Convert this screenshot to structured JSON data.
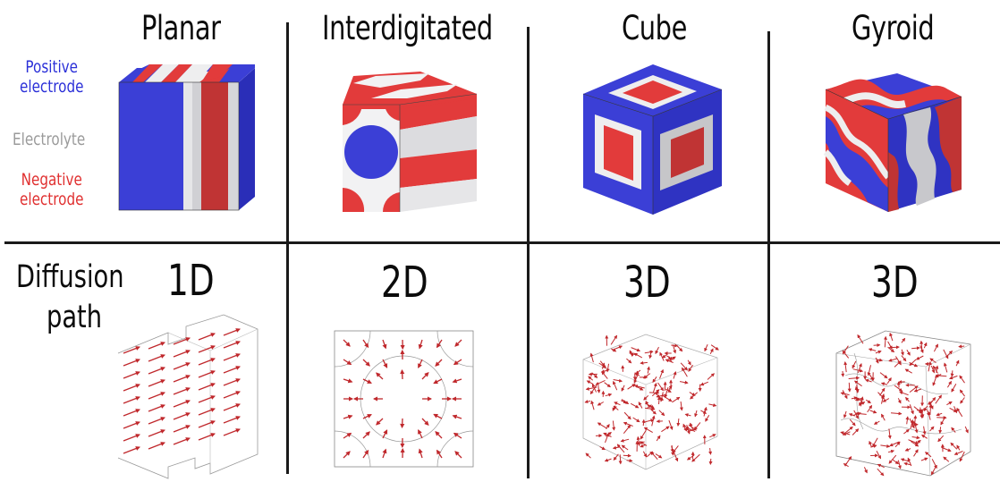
{
  "columns": [
    {
      "title": "Planar",
      "diffusion": "1D"
    },
    {
      "title": "Interdigitated",
      "diffusion": "2D"
    },
    {
      "title": "Cube",
      "diffusion": "3D"
    },
    {
      "title": "Gyroid",
      "diffusion": "3D"
    }
  ],
  "legend": {
    "positive_line1": "Positive",
    "positive_line2": "electrode",
    "electrolyte": "Electrolyte",
    "negative_line1": "Negative",
    "negative_line2": "electrode"
  },
  "row_label": {
    "line1": "Diffusion",
    "line2": "path"
  },
  "colors": {
    "positive": "#3b3fd6",
    "positive_dark": "#2a2eb8",
    "electrolyte": "#e8e8ea",
    "electrolyte_dark": "#c6c6c9",
    "negative": "#e23b3b",
    "negative_dark": "#c03434",
    "arrow": "#c0282c",
    "legend_positive": "#2b30d8",
    "legend_electrolyte": "#9a9a9a",
    "legend_negative": "#e03030"
  }
}
